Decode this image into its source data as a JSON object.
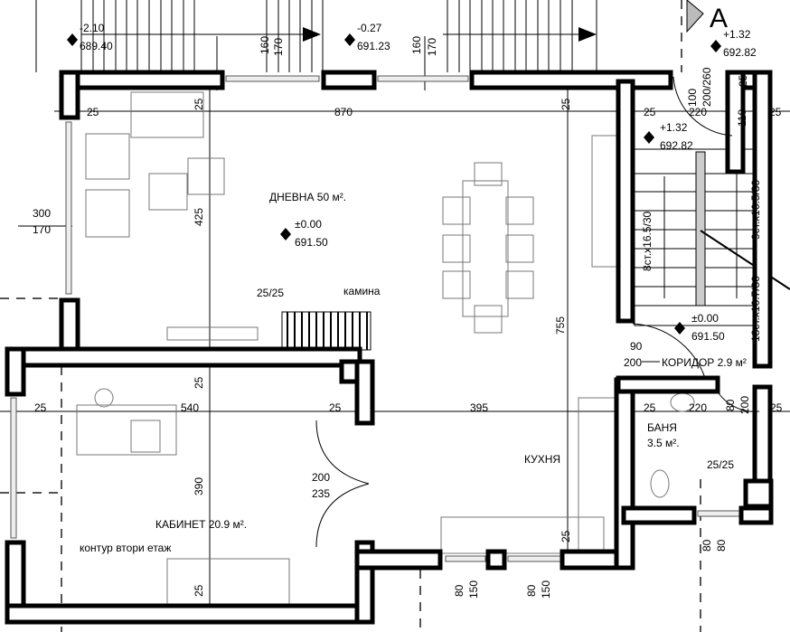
{
  "plan": {
    "section_marker": "A",
    "levels": {
      "l1_rel": "-2.10",
      "l1_abs": "689.40",
      "l2_rel": "-0.27",
      "l2_abs": "691.23",
      "l3_rel": "+1.32",
      "l3_abs": "692.82",
      "l4_rel": "+1.32",
      "l4_abs": "692.82",
      "l5_rel": "±0.00",
      "l5_abs": "691.50",
      "l6_rel": "±0.00",
      "l6_abs": "691.50"
    },
    "rooms": {
      "living": "ДНЕВНА 50 м².",
      "fireplace": "камина",
      "corridor": "КОРИДОР 2.9 м²",
      "bath_name": "БАНЯ",
      "bath_area": "3.5 м².",
      "kitchen": "КУХНЯ",
      "office": "КАБИНЕТ 20.9 м².",
      "outline_note": "контур втори етаж"
    },
    "stairs": {
      "flight1": "8ст.х16.5/30",
      "flight2": "9ст.х16.5/30",
      "flight3": "18ст.х16.7/30"
    },
    "dimensions": {
      "w1a": "160",
      "w1b": "170",
      "w2a": "160",
      "w2b": "170",
      "d_top_a": "100",
      "d_top_b": "200/260",
      "d25_a": "25",
      "d25_b": "25",
      "d870": "870",
      "d25_c": "25",
      "d25_d": "25",
      "d220_a": "220",
      "d25_e": "25",
      "d110": "110",
      "d25_top": "25",
      "d300": "300",
      "d170": "170",
      "d425": "425",
      "d755": "755",
      "col1": "25/25",
      "col2": "25/25",
      "door_c_a": "90",
      "door_c_b": "200",
      "door_b_a": "80",
      "door_b_b": "200",
      "d25_f": "25",
      "d540": "540",
      "d25_g": "25",
      "d395": "395",
      "d25_h": "25",
      "d220_b": "220",
      "d25_i": "25",
      "d25_v": "25",
      "door_o_a": "200",
      "door_o_b": "235",
      "d390": "390",
      "win_k1_a": "80",
      "win_k1_b": "150",
      "win_k2_a": "80",
      "win_k2_b": "150",
      "win_b_a": "80",
      "win_b_b": "80",
      "d25_bot": "25",
      "d25_k": "25"
    }
  }
}
